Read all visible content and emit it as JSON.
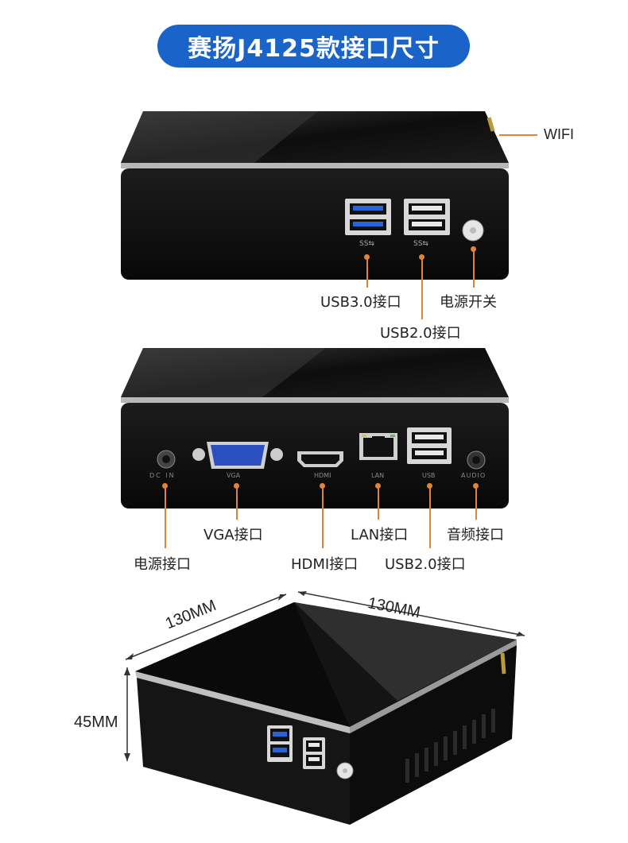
{
  "title": "赛扬J4125款接口尺寸",
  "front_view": {
    "labels": {
      "wifi": "WIFI",
      "usb3": "USB3.0接口",
      "power_switch": "电源开关",
      "usb2": "USB2.0接口"
    },
    "port_marks": {
      "usb3_logo": "SS⇆",
      "usb2_logo": "SS⇆"
    }
  },
  "rear_view": {
    "labels": {
      "vga": "VGA接口",
      "lan": "LAN接口",
      "audio": "音频接口",
      "dc_in": "电源接口",
      "hdmi": "HDMI接口",
      "usb2": "USB2.0接口"
    },
    "port_marks": {
      "dc_in": "DC IN",
      "vga": "VGA",
      "hdmi": "HDMI",
      "lan": "LAN",
      "usb": "USB",
      "audio": "AUDIO"
    }
  },
  "dimensions": {
    "depth": "130MM",
    "width": "130MM",
    "height": "45MM"
  },
  "colors": {
    "title_bg": "#1a63c8",
    "leader": "#e0843a",
    "usb3_blue": "#2a63d6"
  }
}
